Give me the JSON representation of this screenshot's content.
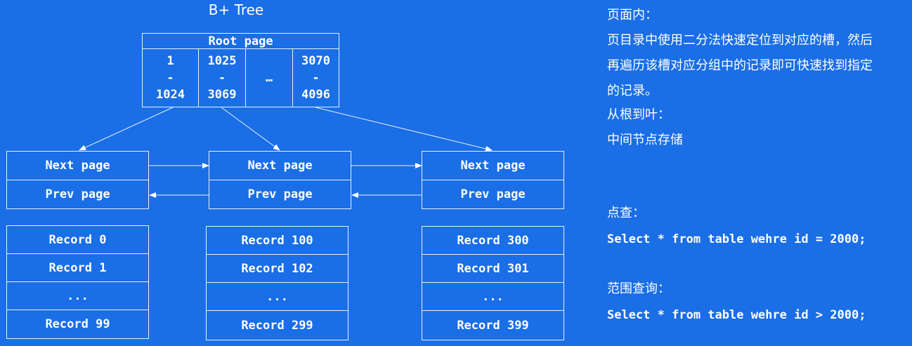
{
  "title": "B+ Tree",
  "root": {
    "header": "Root page",
    "cells": [
      {
        "top": "1",
        "mid": "-",
        "bot": "1024"
      },
      {
        "top": "1025",
        "mid": "-",
        "bot": "3069"
      },
      {
        "top": "",
        "mid": "…",
        "bot": ""
      },
      {
        "top": "3070",
        "mid": "-",
        "bot": "4096"
      }
    ]
  },
  "pages": [
    {
      "next": "Next page",
      "prev": "Prev page"
    },
    {
      "next": "Next page",
      "prev": "Prev page"
    },
    {
      "next": "Next page",
      "prev": "Prev page"
    }
  ],
  "records": [
    [
      "Record 0",
      "Record 1",
      "...",
      "Record 99"
    ],
    [
      "Record 100",
      "Record 102",
      "...",
      "Record 299"
    ],
    [
      "Record 300",
      "Record 301",
      "...",
      "Record 399"
    ]
  ],
  "notes": {
    "in_page_label": "页面内：",
    "in_page_line1": "页目录中使用二分法快速定位到对应的槽，然后",
    "in_page_line2": "再遍历该槽对应分组中的记录即可快速找到指定",
    "in_page_line3": "的记录。",
    "root_to_leaf_label": "从根到叶：",
    "root_to_leaf_text": "中间节点存储",
    "point_query_label": "点查：",
    "point_query_sql": "Select * from table wehre id = 2000;",
    "range_query_label": "范围查询：",
    "range_query_sql": "Select * from table wehre id > 2000;"
  }
}
